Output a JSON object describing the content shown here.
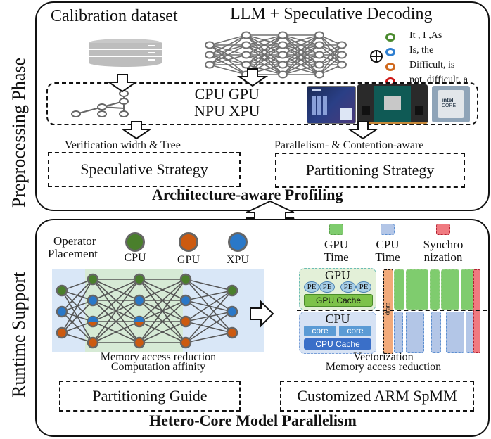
{
  "phases": {
    "preprocessing": {
      "side_label": "Preprocessing Phase",
      "calibration_title": "Calibration dataset",
      "llm_title": "LLM + Speculative Decoding",
      "token_candidates": [
        {
          "color": "#4a8a2e",
          "text": "It , I ,As"
        },
        {
          "color": "#2f7fd0",
          "text": "Is, the"
        },
        {
          "color": "#d0691e",
          "text": "Difficult, is"
        },
        {
          "color": "#cc1111",
          "text": "not, difficult, a"
        }
      ],
      "hardware_label_line1": "CPU GPU",
      "hardware_label_line2": "NPU XPU",
      "hardware_images": [
        "Apple M4 chip",
        "NVIDIA Jetson module",
        "Intel Core processor"
      ],
      "left_caption": "Verification width & Tree",
      "left_box": "Speculative Strategy",
      "right_caption": "Parallelism- & Contention-aware",
      "right_box": "Partitioning Strategy",
      "footer": "Architecture-aware Profiling"
    },
    "runtime": {
      "side_label": "Runtime Support",
      "placement_label_line1": "Operator",
      "placement_label_line2": "Placement",
      "legend": [
        {
          "label": "CPU",
          "color": "#4a7f2c"
        },
        {
          "label": "GPU",
          "color": "#cc5a10"
        },
        {
          "label": "XPU",
          "color": "#2a78c8"
        }
      ],
      "left_caption_line1": "Memory access reduction",
      "left_caption_line2": "Computation affinity",
      "left_box": "Partitioning Guide",
      "time_legend": [
        {
          "label_line1": "GPU",
          "label_line2": "Time",
          "color": "#7fcc6e"
        },
        {
          "label_line1": "CPU",
          "label_line2": "Time",
          "color": "#b3c6e7"
        },
        {
          "label_line1": "Synchro",
          "label_line2": "nization",
          "color": "#f07a80"
        }
      ],
      "gpu_block": {
        "title": "GPU",
        "pe_labels": [
          "PE",
          "PE",
          "PE",
          "PE"
        ],
        "cache": "GPU Cache"
      },
      "cpu_block": {
        "title": "CPU",
        "cores": [
          "core",
          "core"
        ],
        "cache": "CPU Cache"
      },
      "dram_label": "dram",
      "right_caption_line1": "Vectorization",
      "right_caption_line2": "Memory access reduction",
      "right_box": "Customized ARM SpMM",
      "footer": "Hetero-Core Model Parallelism"
    }
  }
}
